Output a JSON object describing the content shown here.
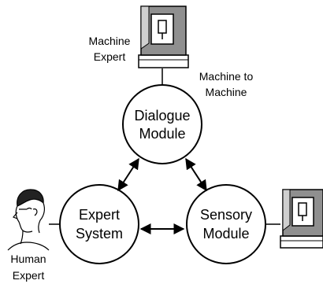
{
  "nodes": {
    "dialogue": {
      "line1": "Dialogue",
      "line2": "Module"
    },
    "expert": {
      "line1": "Expert",
      "line2": "System"
    },
    "sensory": {
      "line1": "Sensory",
      "line2": "Module"
    }
  },
  "labels": {
    "machine_expert": {
      "line1": "Machine",
      "line2": "Expert"
    },
    "machine_to_machine": {
      "line1": "Machine to",
      "line2": "Machine"
    },
    "human_expert": {
      "line1": "Human",
      "line2": "Expert"
    }
  },
  "colors": {
    "stroke": "#000000",
    "device_body": "#8f8f8f",
    "device_top": "#cfcfcf",
    "device_base": "#ffffff",
    "background": "#ffffff"
  },
  "icons": {
    "top_device": "machine-terminal-icon",
    "right_device": "machine-terminal-icon",
    "human": "human-head-icon"
  }
}
